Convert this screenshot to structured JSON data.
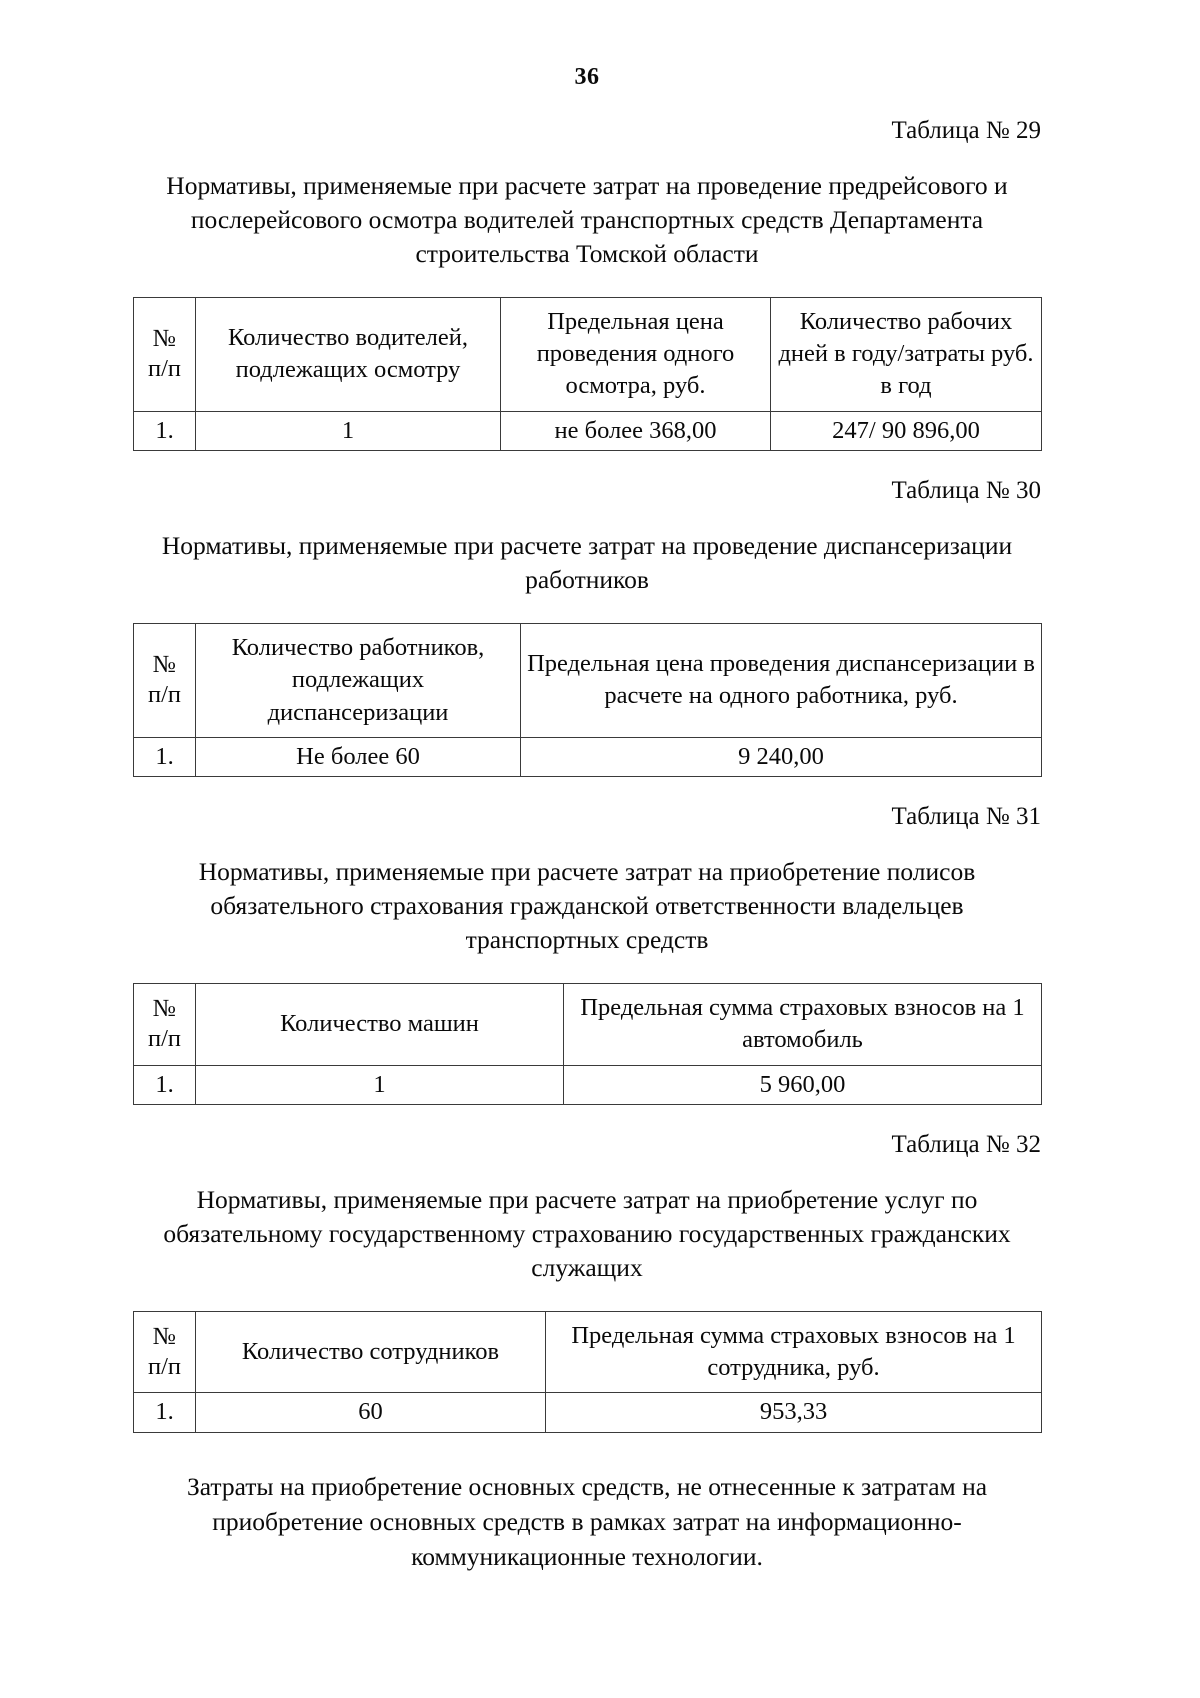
{
  "page": {
    "number": "36"
  },
  "tables": [
    {
      "label": "Таблица № 29",
      "title": "Нормативы, применяемые при расчете затрат на проведение предрейсового и послерейсового осмотра водителей транспортных средств Департамента строительства Томской области",
      "headers": [
        "№ п/п",
        "Количество водителей, подлежащих осмотру",
        "Предельная цена проведения одного осмотра, руб.",
        "Количество рабочих дней в году/затраты руб. в год"
      ],
      "header_np_line1": "№",
      "header_np_line2": "п/п",
      "rows": [
        [
          "1.",
          "1",
          "не более 368,00",
          "247/ 90 896,00"
        ]
      ]
    },
    {
      "label": "Таблица № 30",
      "title": "Нормативы, применяемые при расчете затрат на проведение диспансеризации работников",
      "headers": [
        "№ п/п",
        "Количество работников, подлежащих диспансеризации",
        "Предельная цена проведения диспансеризации в расчете на одного работника, руб."
      ],
      "header_np_line1": "№",
      "header_np_line2": "п/п",
      "rows": [
        [
          "1.",
          "Не более 60",
          "9 240,00"
        ]
      ]
    },
    {
      "label": "Таблица № 31",
      "title": "Нормативы, применяемые при расчете затрат на приобретение полисов обязательного страхования гражданской ответственности владельцев транспортных средств",
      "headers": [
        "№ п/п",
        "Количество машин",
        "Предельная сумма страховых взносов на 1 автомобиль"
      ],
      "header_np_line1": "№",
      "header_np_line2": "п/п",
      "rows": [
        [
          "1.",
          "1",
          "5 960,00"
        ]
      ]
    },
    {
      "label": "Таблица № 32",
      "title": "Нормативы, применяемые при расчете затрат на приобретение услуг по обязательному государственному страхованию государственных гражданских служащих",
      "headers": [
        "№ п/п",
        "Количество сотрудников",
        "Предельная сумма страховых взносов на 1 сотрудника, руб."
      ],
      "header_np_line1": "№",
      "header_np_line2": "п/п",
      "rows": [
        [
          "1.",
          "60",
          "953,33"
        ]
      ]
    }
  ],
  "closing_paragraph": "Затраты на приобретение основных средств, не отнесенные к затратам на приобретение основных средств в рамках затрат на информационно-коммуникационные технологии."
}
